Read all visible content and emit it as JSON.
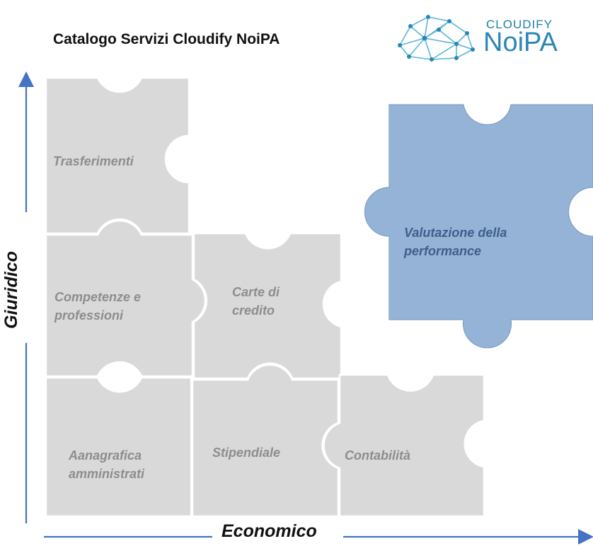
{
  "title": "Catalogo Servizi Cloudify NoiPA",
  "logo": {
    "small_text": "CLOUDIFY",
    "large_text": "NoiPA"
  },
  "axes": {
    "vertical": "Giuridico",
    "horizontal": "Economico"
  },
  "pieces": {
    "trasferimenti": "Trasferimenti",
    "competenze_line1": "Competenze e",
    "competenze_line2": "professioni",
    "carte_line1": "Carte di",
    "carte_line2": "credito",
    "anagrafica_line1": "Aanagrafica",
    "anagrafica_line2": "amministrati",
    "stipendiale": "Stipendiale",
    "contabilita": "Contabilità",
    "valutazione_line1": "Valutazione della",
    "valutazione_line2": "performance"
  },
  "colors": {
    "grey_piece": "#d9d9d9",
    "blue_piece": "#95b3d7",
    "axis": "#4472c4",
    "logo": "#2a86b8"
  }
}
